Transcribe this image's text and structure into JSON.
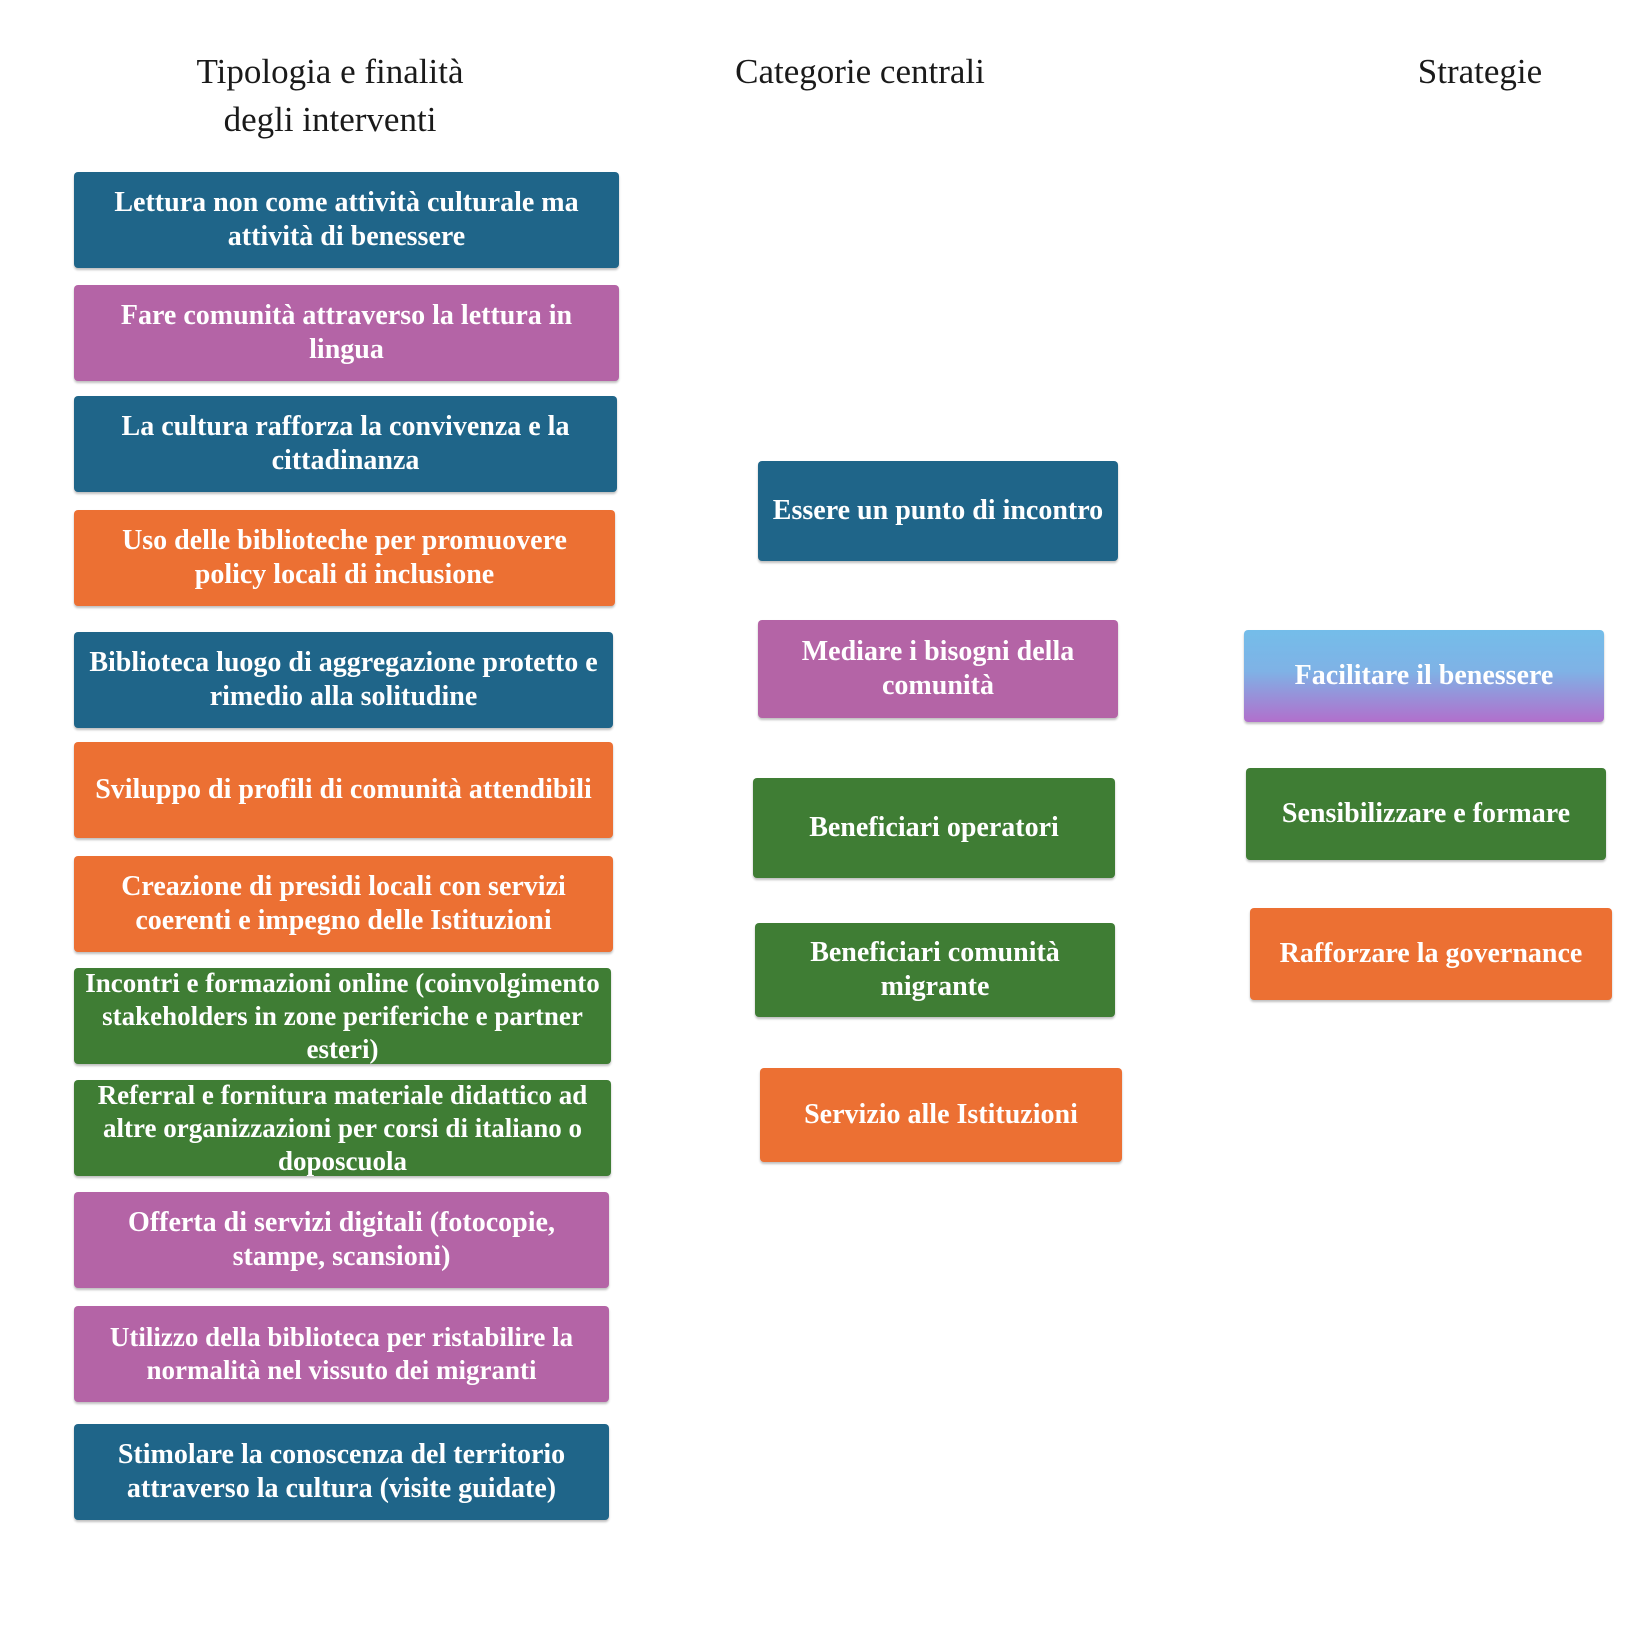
{
  "headers": {
    "col1": "Tipologia e finalità\ndegli interventi",
    "col2": "Categorie centrali",
    "col3": "Strategie"
  },
  "col1_items": [
    "Lettura non come attività culturale ma attività di benessere",
    "Fare comunità attraverso la lettura in lingua",
    "La cultura rafforza la convivenza e la cittadinanza",
    "Uso delle biblioteche per promuovere policy locali di inclusione",
    "Biblioteca luogo di aggregazione protetto e rimedio alla solitudine",
    "Sviluppo di profili di comunità attendibili",
    "Creazione di presidi locali con servizi coerenti e impegno delle Istituzioni",
    "Incontri e formazioni online (coinvolgimento stakeholders in zone periferiche e partner esteri)",
    "Referral e fornitura materiale didattico ad altre organizzazioni per corsi di italiano o doposcuola",
    "Offerta di servizi digitali (fotocopie, stampe, scansioni)",
    "Utilizzo della biblioteca per ristabilire la normalità nel vissuto dei migranti",
    "Stimolare la conoscenza del territorio attraverso la cultura (visite guidate)"
  ],
  "col2_items": [
    "Essere un punto di incontro",
    "Mediare i bisogni della comunità",
    "Beneficiari operatori",
    "Beneficiari comunità migrante",
    "Servizio alle Istituzioni"
  ],
  "col3_items": [
    "Facilitare il benessere",
    "Sensibilizzare e formare",
    "Rafforzare la governance"
  ],
  "colors": {
    "blue": "#1f6589",
    "purple": "#b464a6",
    "orange": "#ec7033",
    "green": "#3f7d34",
    "light_blue": "#74bde9"
  }
}
